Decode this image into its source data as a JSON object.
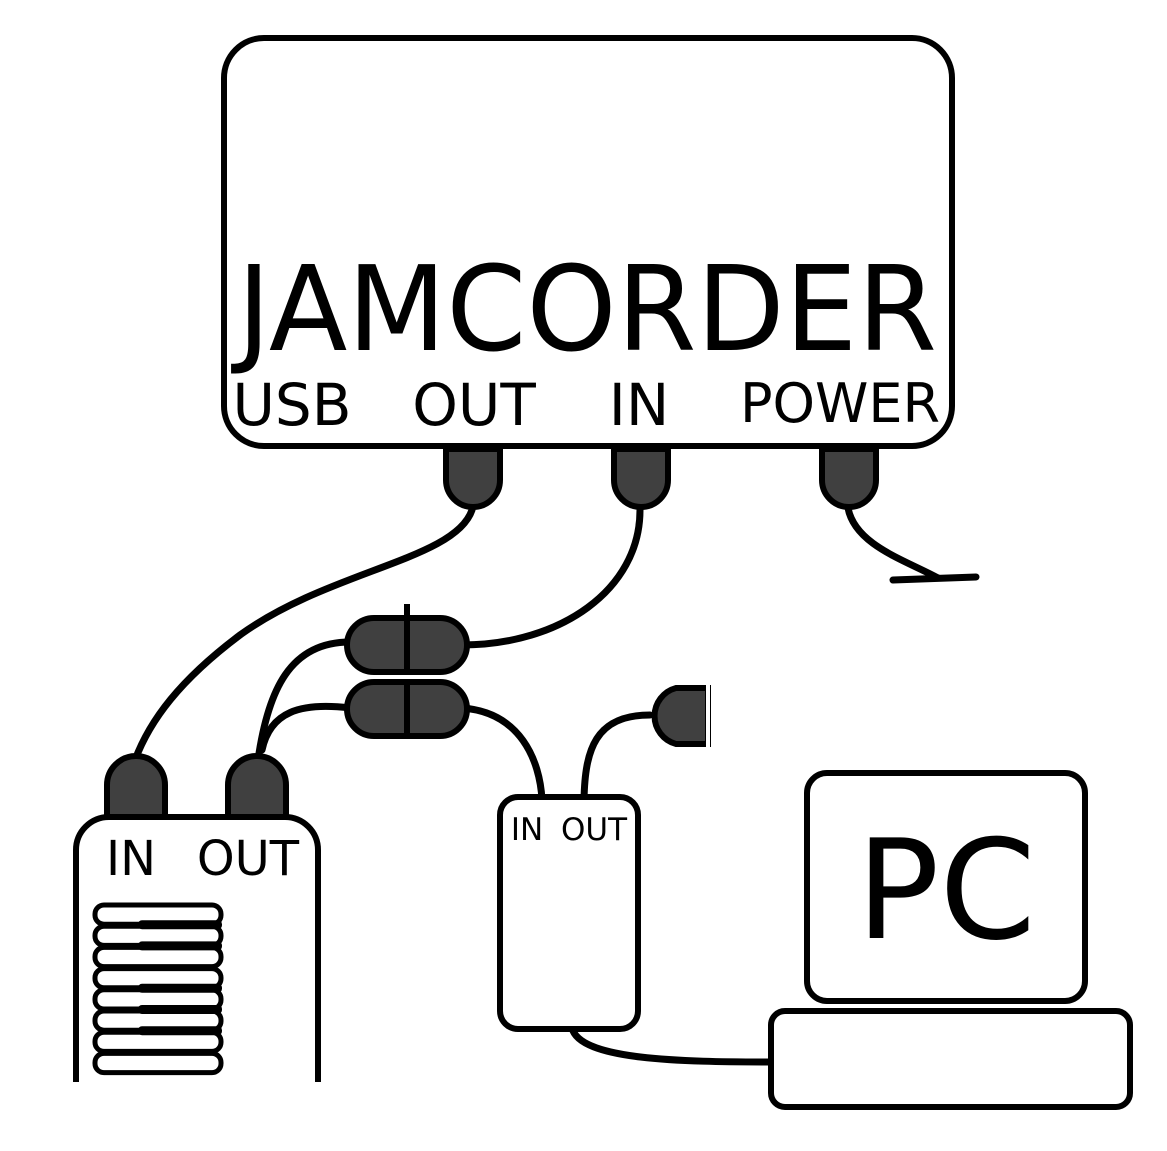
{
  "jamcorder": {
    "name": "JAMCORDER",
    "ports": {
      "usb": "USB",
      "out": "OUT",
      "in": "IN",
      "power": "POWER"
    }
  },
  "keyboard": {
    "ports": {
      "in": "IN",
      "out": "OUT"
    }
  },
  "midi_box": {
    "ports": {
      "in": "IN",
      "out": "OUT"
    }
  },
  "pc": {
    "label": "PC"
  },
  "colors": {
    "stroke": "#000000",
    "plug": "#404040",
    "background": "#ffffff"
  }
}
